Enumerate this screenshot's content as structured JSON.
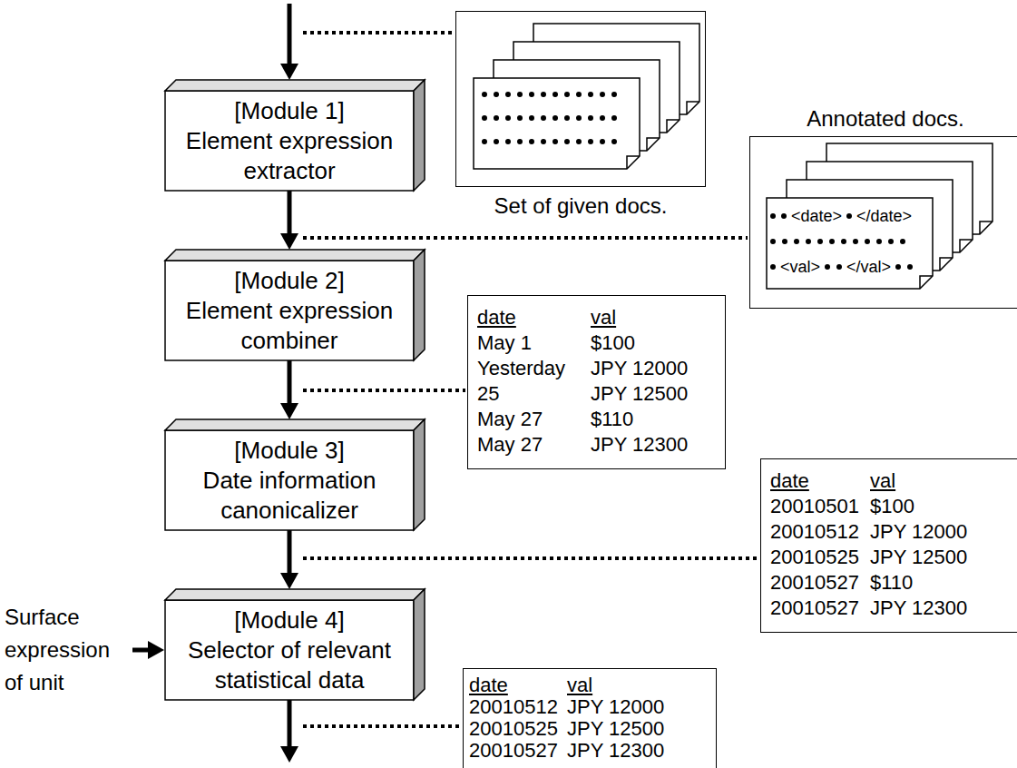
{
  "diagram": {
    "nodes": [
      {
        "text": [
          "Set of given docs."
        ]
      },
      {
        "text": [
          "[Module 1]",
          "Element expression extractor"
        ]
      },
      {
        "text": [
          "Annotated docs."
        ]
      },
      {
        "text": [
          "[Module 2]",
          "Element expression combiner"
        ]
      },
      {
        "text": [
          "date",
          "val",
          "May 1",
          "$100",
          "Yesterday",
          "JPY 12000",
          "25",
          "JPY 12500",
          "May 27",
          "$110",
          "May 27",
          "JPY 12300"
        ]
      },
      {
        "text": [
          "[Module 3]",
          "Date information canonicalizer"
        ]
      },
      {
        "text": [
          "date",
          "val",
          "20010501",
          "$100",
          "20010512",
          "JPY 12000",
          "20010525",
          "JPY 12500",
          "20010527",
          "$110",
          "20010527",
          "JPY 12300"
        ]
      },
      {
        "text": [
          "[Module 4]",
          "Selector of relevant statistical data"
        ]
      },
      {
        "text": [
          "date",
          "val",
          "20010512",
          "JPY 12000",
          "20010525",
          "JPY 12500",
          "20010527",
          "JPY 12300"
        ]
      }
    ],
    "edges": [
      {
        "from": 1,
        "to": 3,
        "arrow": "to"
      },
      {
        "from": 3,
        "to": 5,
        "arrow": "to"
      },
      {
        "from": 5,
        "to": 7,
        "arrow": "to"
      }
    ],
    "labels": [
      "<date>",
      "</date>",
      "<val>",
      "</val>",
      "Surface expression of unit"
    ]
  }
}
